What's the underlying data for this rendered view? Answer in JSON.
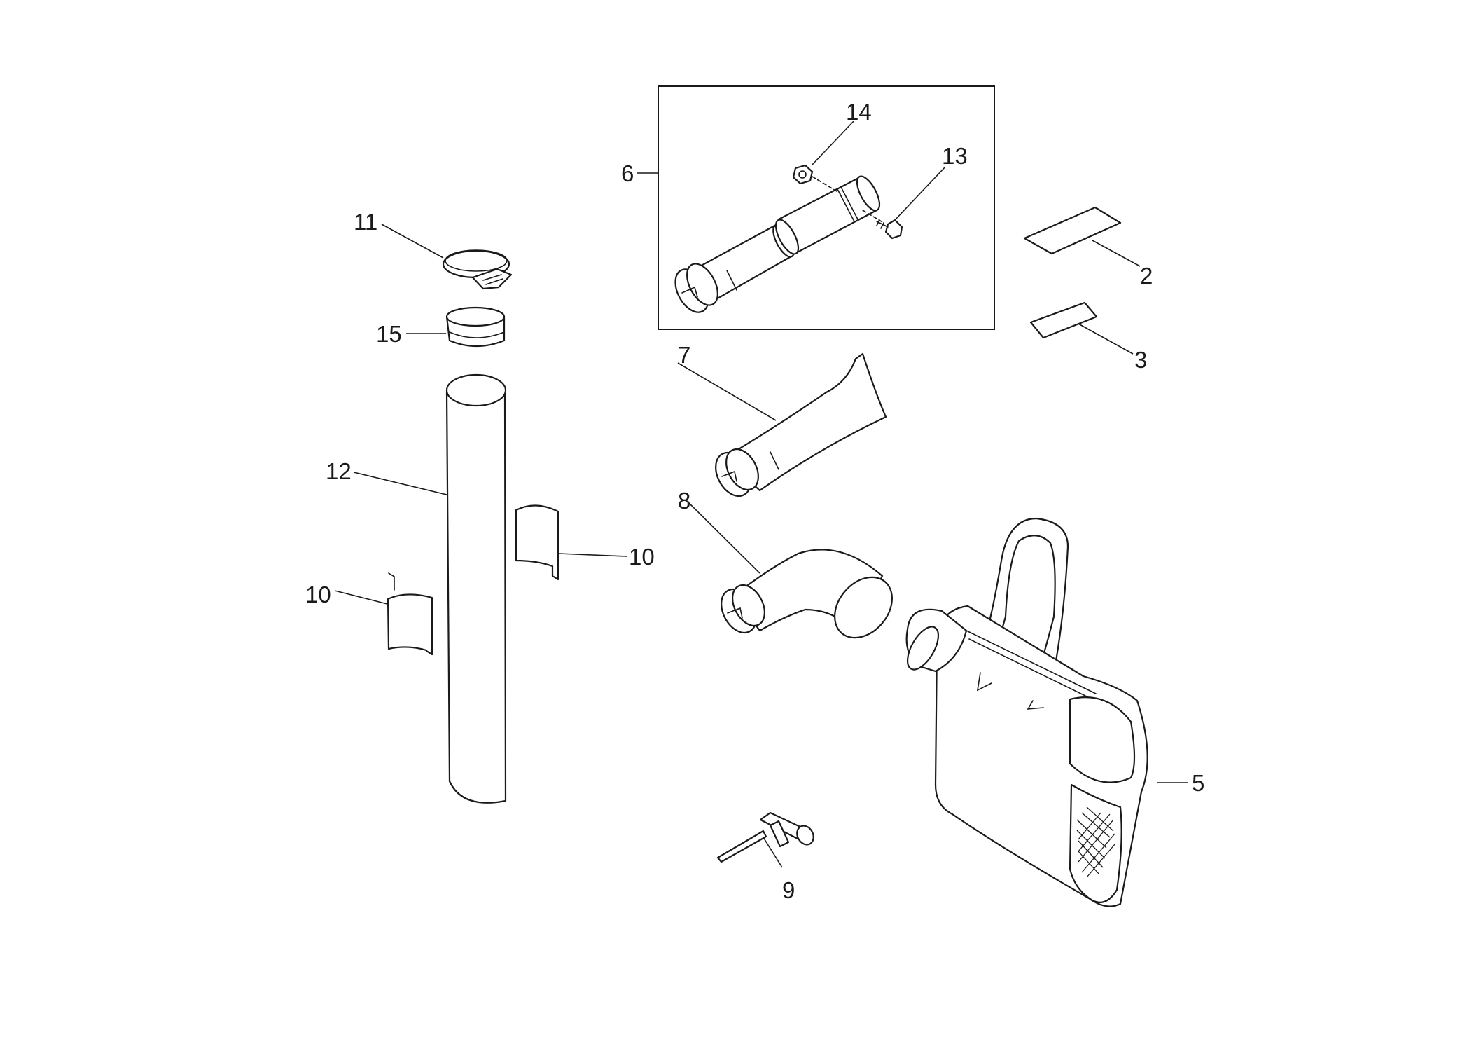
{
  "callouts": {
    "c2": "2",
    "c3": "3",
    "c5": "5",
    "c6": "6",
    "c7": "7",
    "c8": "8",
    "c9": "9",
    "c10a": "10",
    "c10b": "10",
    "c11": "11",
    "c12": "12",
    "c13": "13",
    "c14": "14",
    "c15": "15"
  },
  "colors": {
    "line": "#1a1a1a",
    "background": "#ffffff"
  }
}
